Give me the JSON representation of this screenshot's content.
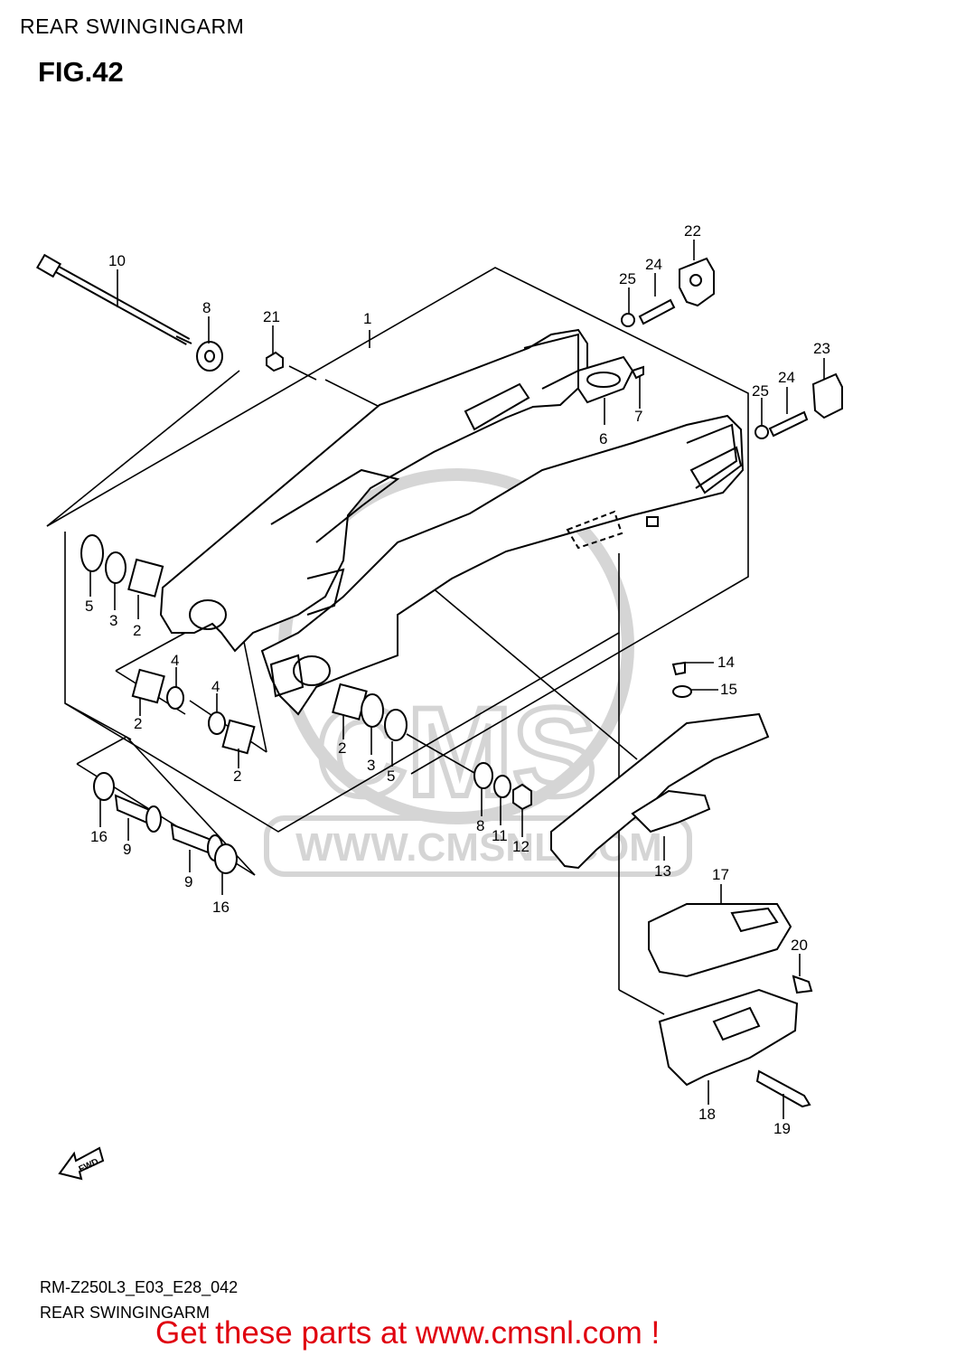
{
  "header_title": "REAR SWINGINGARM",
  "figure": "FIG.42",
  "watermark": {
    "url": "WWW.CMSNL.COM",
    "logo": "CMS"
  },
  "fwd_label": "FWD",
  "footer": {
    "model_code": "RM-Z250L3_E03_E28_042",
    "caption": "REAR SWINGINGARM",
    "cta": "Get these parts at www.cmsnl.com !"
  },
  "callouts": [
    "1",
    "2",
    "2",
    "2",
    "2",
    "3",
    "3",
    "4",
    "4",
    "5",
    "5",
    "6",
    "7",
    "8",
    "8",
    "9",
    "9",
    "10",
    "11",
    "12",
    "13",
    "14",
    "15",
    "16",
    "16",
    "17",
    "18",
    "19",
    "20",
    "21",
    "22",
    "23",
    "24",
    "24",
    "25",
    "25"
  ]
}
